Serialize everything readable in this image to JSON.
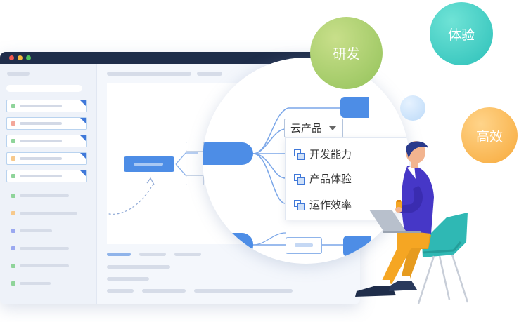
{
  "mindmap": {
    "dropdown_label": "云产品",
    "menu_items": [
      {
        "label": "开发能力",
        "icon": "copy-icon"
      },
      {
        "label": "产品体验",
        "icon": "copy-icon"
      },
      {
        "label": "运作效率",
        "icon": "copy-icon"
      }
    ]
  },
  "bubbles": {
    "dev": "研发",
    "experience": "体验",
    "efficiency": "高效"
  },
  "colors": {
    "titlebar": "#1f2d4a",
    "accent": "#3f78d9",
    "node_blue": "#4d8de6",
    "bubble_green": "#a6cc6a",
    "bubble_teal": "#3ccfc4",
    "bubble_orange": "#f8b34a",
    "person_shirt": "#4637c7",
    "person_pants": "#f5a623",
    "chair": "#2fb8b4"
  }
}
